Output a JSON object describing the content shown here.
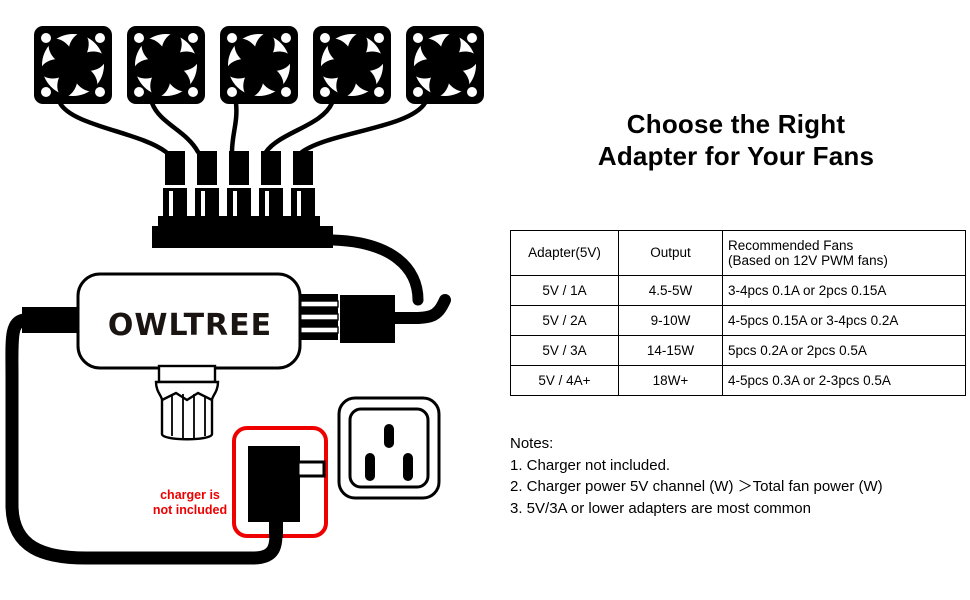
{
  "doc": {
    "kind": "product-infographic",
    "background": "#ffffff"
  },
  "panel": {
    "title_line1": "Choose the Right",
    "title_line2": "Adapter for Your Fans"
  },
  "table": {
    "header": {
      "adapter": "Adapter(5V)",
      "output": "Output",
      "fans_line1": "Recommended Fans",
      "fans_line2": "(Based on 12V PWM fans)"
    },
    "rows": [
      {
        "adapter": "5V / 1A",
        "output": "4.5-5W",
        "fans": "3-4pcs 0.1A or 2pcs 0.15A"
      },
      {
        "adapter": "5V / 2A",
        "output": "9-10W",
        "fans": "4-5pcs 0.15A or 3-4pcs 0.2A"
      },
      {
        "adapter": "5V / 3A",
        "output": "14-15W",
        "fans": "5pcs 0.2A or 2pcs 0.5A"
      },
      {
        "adapter": "5V / 4A+",
        "output": "18W+",
        "fans": "4-5pcs 0.3A or 2-3pcs 0.5A"
      }
    ]
  },
  "notes": {
    "heading": "Notes:",
    "items": [
      "1. Charger not included.",
      "2. Charger power 5V channel (W) ＞Total fan power (W)",
      "3. 5V/3A or lower adapters are most common"
    ]
  },
  "warning": {
    "line1": "charger is",
    "line2": "not included",
    "color": "#ee0000"
  },
  "brand": {
    "wordmark": "OWLTREE"
  },
  "diagram": {
    "fan_count": 5,
    "hub_port_count": 5,
    "outlet_slot_count": 3,
    "ink": "#000000",
    "accent": "#ee0000"
  }
}
